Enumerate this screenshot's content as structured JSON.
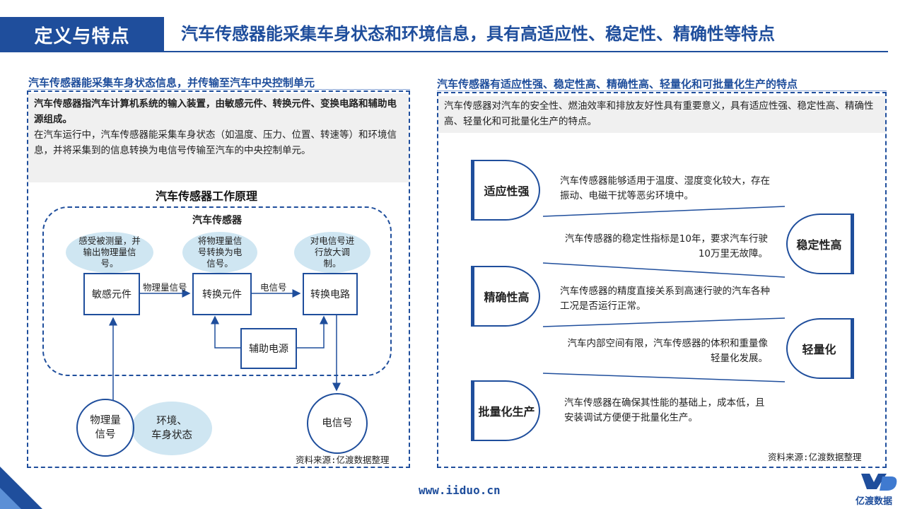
{
  "header": {
    "title": "定义与特点",
    "subtitle": "汽车传感器能采集车身状态和环境信息，具有高适应性、稳定性、精确性等特点"
  },
  "left": {
    "panel_title": "汽车传感器能采集车身状态信息，并传输至汽车中央控制单元",
    "intro_bold": "汽车传感器指汽车计算机系统的输入装置，由敏感元件、转换元件、变换电路和辅助电源组成。",
    "intro_text": "在汽车运行中，汽车传感器能采集车身状态（如温度、压力、位置、转速等）和环境信息，并将采集到的信息转换为电信号传输至汽车的中央控制单元。",
    "diagram_title": "汽车传感器工作原理",
    "inner_title": "汽车传感器",
    "bubbles": [
      "感受被测量，并输出物理量信号。",
      "将物理量信号转换为电信号。",
      "对电信号进行放大调制。"
    ],
    "boxes": {
      "sensing": "敏感元件",
      "conversion": "转换元件",
      "circuit": "转换电路",
      "power": "辅助电源"
    },
    "edge_labels": {
      "phys": "物理量信号",
      "elec": "电信号"
    },
    "input_circle": "物理量\n信号",
    "input_ellipse": "环境、\n车身状态",
    "output_circle": "电信号",
    "source": "资料来源:亿渡数据整理"
  },
  "right": {
    "panel_title": "汽车传感器有适应性强、稳定性高、精确性高、轻量化和可批量化生产的特点",
    "intro": "汽车传感器对汽车的安全性、燃油效率和排放友好性具有重要意义，具有适应性强、稳定性高、精确性高、轻量化和可批量化生产的特点。",
    "features": [
      {
        "name": "适应性强",
        "desc": "汽车传感器能够适用于温度、湿度变化较大，存在振动、电磁干扰等恶劣环境中。"
      },
      {
        "name": "稳定性高",
        "desc": "汽车传感器的稳定性指标是10年，要求汽车行驶10万里无故障。"
      },
      {
        "name": "精确性高",
        "desc": "汽车传感器的精度直接关系到高速行驶的汽车各种工况是否运行正常。"
      },
      {
        "name": "轻量化",
        "desc": "汽车内部空间有限，汽车传感器的体积和重量像轻量化发展。"
      },
      {
        "name": "批量化生产",
        "desc": "汽车传感器在确保其性能的基础上，成本低，且安装调试方便便于批量化生产。"
      }
    ],
    "source": "资料来源:亿渡数据整理"
  },
  "footer": {
    "url": "www.iiduo.cn",
    "logo": "亿渡数据"
  },
  "colors": {
    "brand": "#1f4e9c",
    "bubble": "#cfe6f2",
    "gray": "#f0f0f0"
  }
}
